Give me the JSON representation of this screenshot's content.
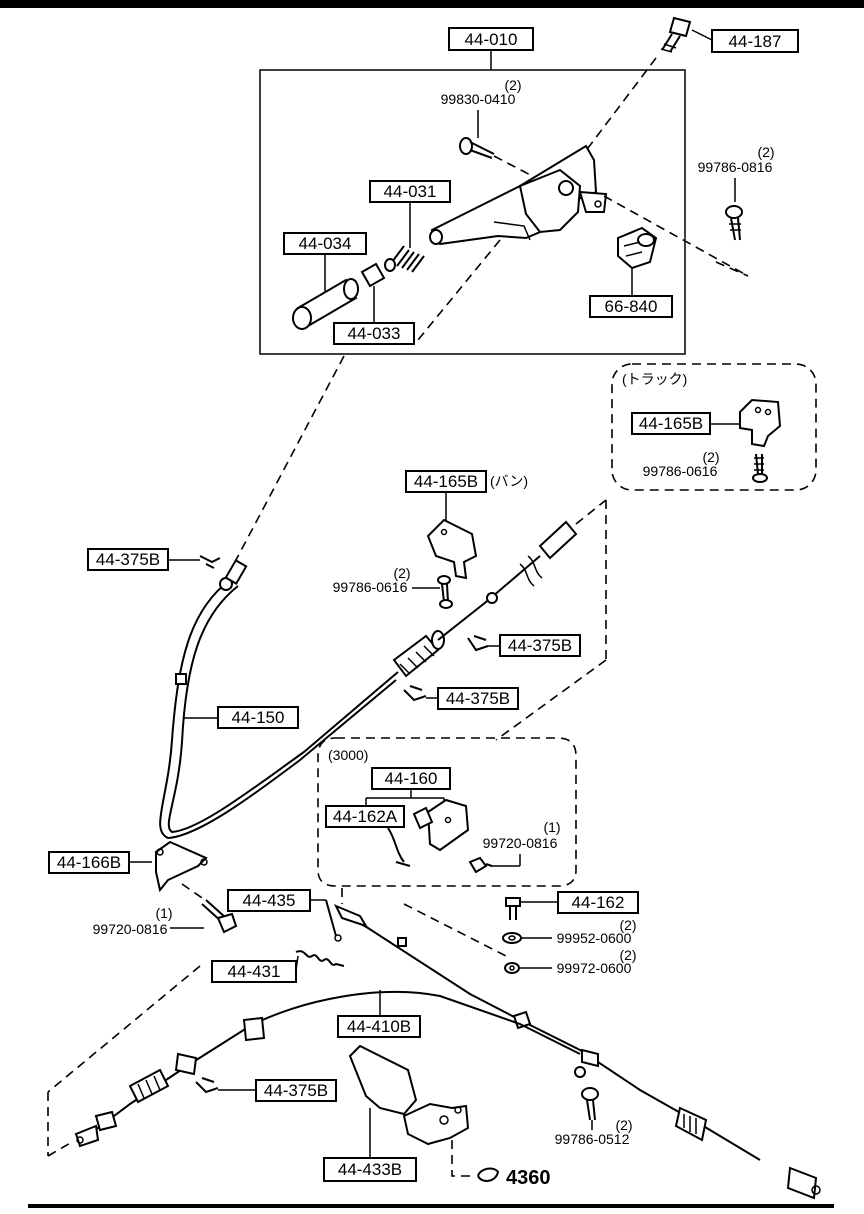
{
  "part_labels": {
    "p44_010": "44-010",
    "p44_187": "44-187",
    "p44_031": "44-031",
    "p44_034": "44-034",
    "p44_033": "44-033",
    "p66_840": "66-840",
    "p44_165b_truck": "44-165B",
    "p44_165b_van": "44-165B",
    "p44_375b_top": "44-375B",
    "p44_375b_mid1": "44-375B",
    "p44_375b_mid2": "44-375B",
    "p44_375b_bot": "44-375B",
    "p44_150": "44-150",
    "p44_160": "44-160",
    "p44_162a": "44-162A",
    "p44_166b": "44-166B",
    "p44_435": "44-435",
    "p44_162": "44-162",
    "p44_431": "44-431",
    "p44_410b": "44-410B",
    "p44_433b": "44-433B"
  },
  "fasteners": {
    "f99830_0410": {
      "qty": "(2)",
      "code": "99830-0410"
    },
    "f99786_0816": {
      "qty": "(2)",
      "code": "99786-0816"
    },
    "f99786_0616_truck": {
      "qty": "(2)",
      "code": "99786-0616"
    },
    "f99786_0616_van": {
      "qty": "(2)",
      "code": "99786-0616"
    },
    "f99720_0816_a": {
      "qty": "(1)",
      "code": "99720-0816"
    },
    "f99720_0816_b": {
      "qty": "(1)",
      "code": "99720-0816"
    },
    "f99952_0600": {
      "qty": "(2)",
      "code": "99952-0600"
    },
    "f99972_0600": {
      "qty": "(2)",
      "code": "99972-0600"
    },
    "f99786_0512": {
      "qty": "(2)",
      "code": "99786-0512"
    }
  },
  "notes": {
    "truck": "(トラック)",
    "van": "(バン)",
    "engine_3000": "(3000)",
    "ref_4360": "4360"
  },
  "icons": [
    "bolt-icon",
    "screw-icon",
    "spring-icon",
    "clip-icon",
    "cable-icon",
    "bracket-icon",
    "washer-icon"
  ]
}
